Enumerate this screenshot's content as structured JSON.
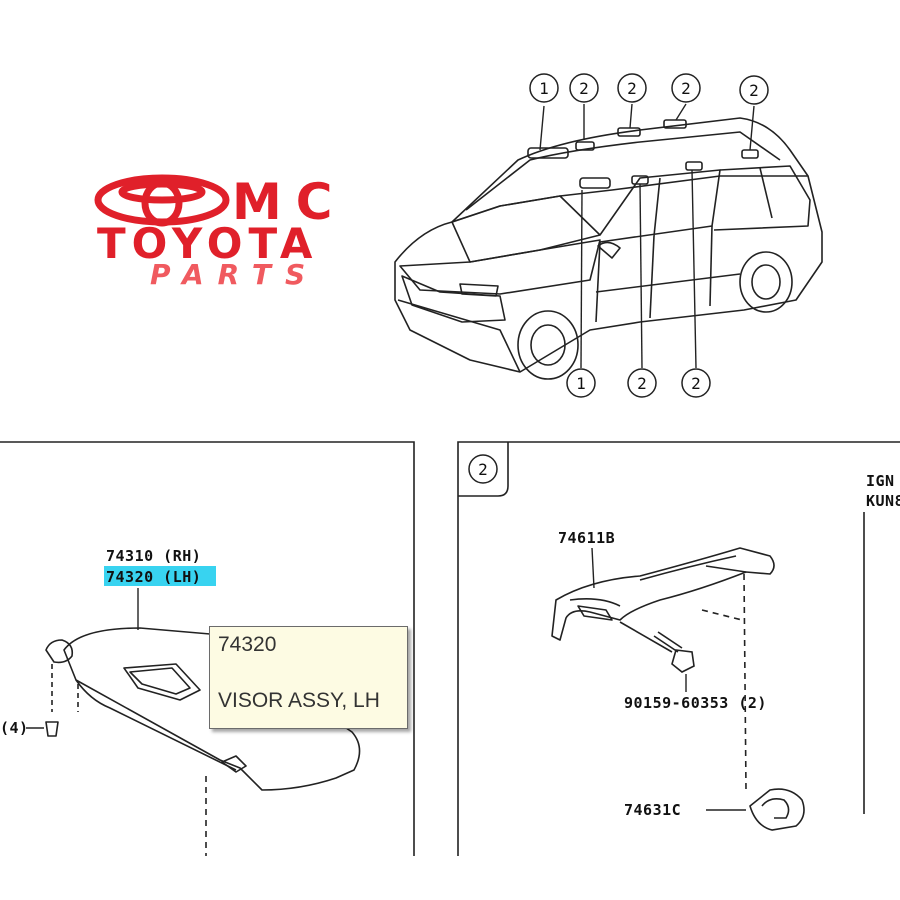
{
  "watermark": {
    "brand_top": "MC",
    "brand_main": "TOYOTA",
    "brand_sub": "PARTS",
    "brand_color": "#e0202a"
  },
  "callouts": {
    "one": "1",
    "two": "2",
    "four": "(4)"
  },
  "left_panel": {
    "part_rh": "74310 (RH)",
    "part_lh": "74320 (LH)"
  },
  "right_panel": {
    "section_label": "2",
    "part_handle": "74611B",
    "part_bolt": "90159-60353 (2)",
    "part_clip": "74631C",
    "edge_text_1": "IGN",
    "edge_text_2": "KUN8"
  },
  "tooltip": {
    "number": "74320",
    "description": "VISOR ASSY, LH",
    "background": "#fdfbe3"
  },
  "colors": {
    "highlight": "#38d3f0",
    "line": "#222222"
  }
}
